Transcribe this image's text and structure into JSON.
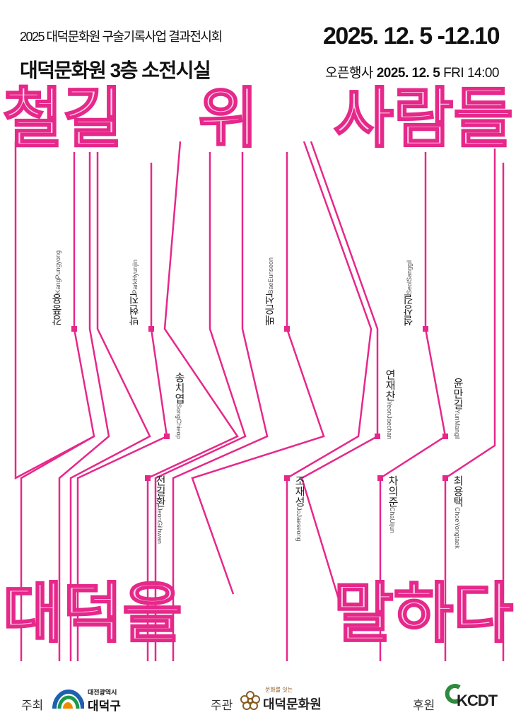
{
  "header": {
    "subtitle": "2025 대덕문화원 구술기록사업 결과전시회",
    "venue": "대덕문화원 3층 소전시실",
    "dates": "2025. 12. 5 -12.10",
    "opening_label": "오픈행사",
    "opening_date": "2025. 12. 5",
    "opening_time": "FRI 14:00"
  },
  "title_top": "철길 위 사람들",
  "title_bottom": "대덕을 말하다",
  "accent_color": "#e6288a",
  "people": [
    {
      "ko": "강풍용",
      "en": "KangPungyong"
    },
    {
      "ko": "박현진",
      "en": "ParkHyunjin"
    },
    {
      "ko": "송치엽",
      "en": "SongChieop"
    },
    {
      "ko": "전길환",
      "en": "JeonGilhwan"
    },
    {
      "ko": "배은선",
      "en": "BaeEunseon"
    },
    {
      "ko": "조재성",
      "en": "JoJaeseong"
    },
    {
      "ko": "연재찬",
      "en": "YeonJaechan"
    },
    {
      "ko": "차의준",
      "en": "ChaUijun"
    },
    {
      "ko": "설상길",
      "en": "SeolSanggil"
    },
    {
      "ko": "윤만길",
      "en": "YunMangil"
    },
    {
      "ko": "최용택",
      "en": "ChoeYongtaek"
    }
  ],
  "footer": {
    "host_label": "주최",
    "host_name_small": "대전광역시",
    "host_name": "대덕구",
    "organizer_label": "주관",
    "organizer_tagline": "문화를 잇는",
    "organizer_name": "대덕문화원",
    "sponsor_label": "후원",
    "sponsor_name": "KCDT"
  }
}
